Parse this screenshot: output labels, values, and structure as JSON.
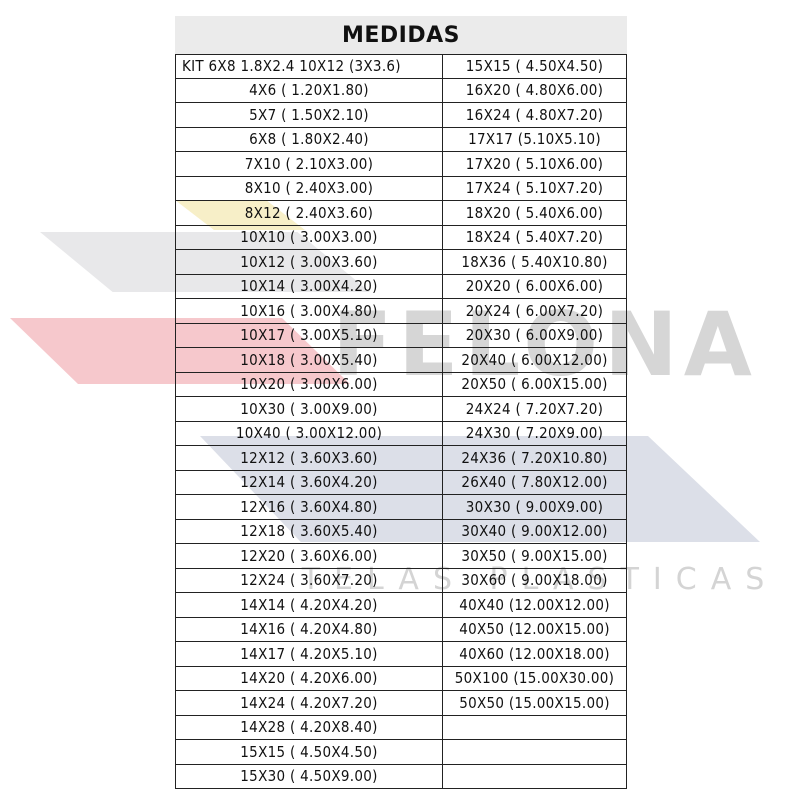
{
  "title": "MEDIDAS",
  "watermark": {
    "brand": "FELONA",
    "subtitle": "TELAS PLASTICAS",
    "colors": {
      "gray": "#e8e8ea",
      "red": "#f6c8cc",
      "yellow": "#f7efc8",
      "blue": "#dcdfe8"
    }
  },
  "left_column": [
    "KIT  6X8 1.8X2.4 10X12 (3X3.6)",
    "4X6 ( 1.20X1.80)",
    "5X7 ( 1.50X2.10)",
    "6X8 ( 1.80X2.40)",
    "7X10 ( 2.10X3.00)",
    "8X10 ( 2.40X3.00)",
    "8X12 ( 2.40X3.60)",
    "10X10 ( 3.00X3.00)",
    "10X12 ( 3.00X3.60)",
    "10X14 ( 3.00X4.20)",
    "10X16 ( 3.00X4.80)",
    "10X17 ( 3.00X5.10)",
    "10X18 ( 3.00X5.40)",
    "10X20 ( 3.00X6.00)",
    "10X30 ( 3.00X9.00)",
    "10X40 ( 3.00X12.00)",
    "12X12 ( 3.60X3.60)",
    "12X14 ( 3.60X4.20)",
    "12X16 ( 3.60X4.80)",
    "12X18 ( 3.60X5.40)",
    "12X20 ( 3.60X6.00)",
    "12X24 ( 3.60X7.20)",
    "14X14 ( 4.20X4.20)",
    "14X16 ( 4.20X4.80)",
    "14X17 ( 4.20X5.10)",
    "14X20 ( 4.20X6.00)",
    "14X24 ( 4.20X7.20)",
    "14X28 ( 4.20X8.40)",
    "15X15 ( 4.50X4.50)",
    "15X30 ( 4.50X9.00)"
  ],
  "right_column": [
    "15X15  ( 4.50X4.50)",
    "16X20 ( 4.80X6.00)",
    "16X24 ( 4.80X7.20)",
    "17X17 (5.10X5.10)",
    "17X20 ( 5.10X6.00)",
    "17X24 ( 5.10X7.20)",
    "18X20 ( 5.40X6.00)",
    "18X24 ( 5.40X7.20)",
    "18X36 ( 5.40X10.80)",
    "20X20 ( 6.00X6.00)",
    "20X24 ( 6.00X7.20)",
    "20X30 ( 6.00X9.00)",
    "20X40 ( 6.00X12.00)",
    "20X50 ( 6.00X15.00)",
    "24X24 ( 7.20X7.20)",
    "24X30 ( 7.20X9.00)",
    "24X36 ( 7.20X10.80)",
    "26X40 ( 7.80X12.00)",
    "30X30 ( 9.00X9.00)",
    "30X40 ( 9.00X12.00)",
    "30X50 ( 9.00X15.00)",
    "30X60 ( 9.00X18.00)",
    "40X40 (12.00X12.00)",
    "40X50 (12.00X15.00)",
    "40X60 (12.00X18.00)",
    "50X100 (15.00X30.00)",
    "50X50 (15.00X15.00)",
    "",
    "",
    ""
  ]
}
